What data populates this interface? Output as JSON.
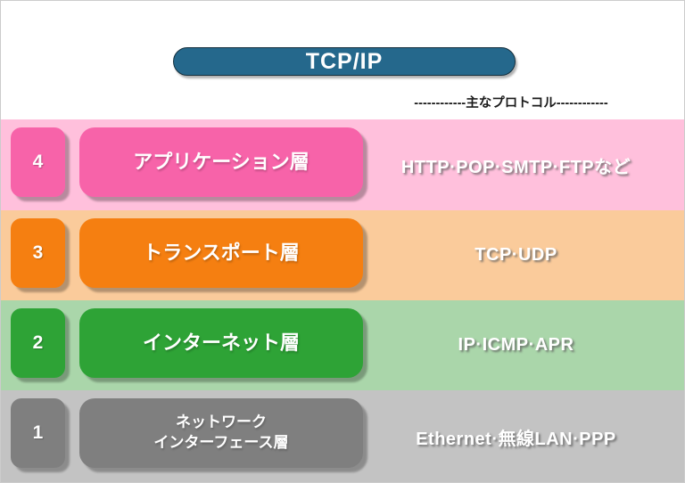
{
  "title": {
    "label": "TCP/IP",
    "bg_color": "#25688C",
    "border_color": "#15303E"
  },
  "header": {
    "protocols_label": "------------主なプロトコル------------"
  },
  "layers": [
    {
      "number": "4",
      "name": "アプリケーション層",
      "protocols": "HTTP·POP·SMTP·FTPなど",
      "band_color": "#FFC0DC",
      "box_color": "#F763A9"
    },
    {
      "number": "3",
      "name": "トランスポート層",
      "protocols": "TCP·UDP",
      "band_color": "#FACB9B",
      "box_color": "#F57F11"
    },
    {
      "number": "2",
      "name": "インターネット層",
      "protocols": "IP·ICMP·APR",
      "band_color": "#AAD6AA",
      "box_color": "#2EA336"
    },
    {
      "number": "1",
      "name": "ネットワーク\nインターフェース層",
      "protocols": "Ethernet·無線LAN·PPP",
      "band_color": "#C3C3C3",
      "box_color": "#7F7F7F"
    }
  ]
}
